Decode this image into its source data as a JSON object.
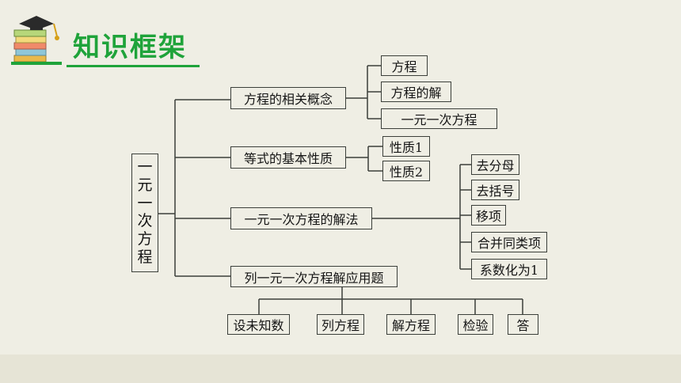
{
  "header": {
    "title": "知识框架"
  },
  "root": {
    "chars": [
      "一",
      "元",
      "一",
      "次",
      "方",
      "程"
    ]
  },
  "branches": {
    "concepts": {
      "label": "方程的相关概念",
      "children": [
        "方程",
        "方程的解",
        "一元一次方程"
      ]
    },
    "equality": {
      "label": "等式的基本性质",
      "children": [
        "性质1",
        "性质2"
      ]
    },
    "solving": {
      "label": "一元一次方程的解法",
      "steps": [
        "去分母",
        "去括号",
        "移项",
        "合并同类项",
        "系数化为1"
      ]
    },
    "application": {
      "label": "列一元一次方程解应用题",
      "steps": [
        "设未知数",
        "列方程",
        "解方程",
        "检验",
        "答"
      ]
    }
  },
  "colors": {
    "title": "#1fa33a",
    "line": "#3b3f3a",
    "background": "#efeee4"
  }
}
